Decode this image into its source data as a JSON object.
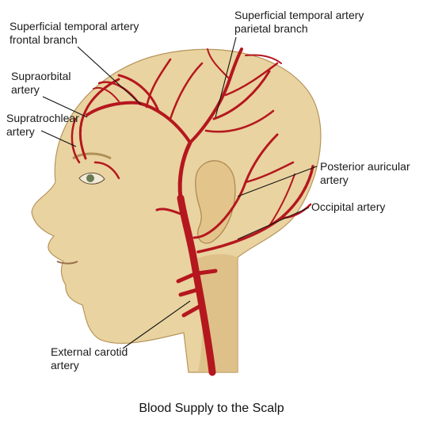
{
  "labels": {
    "stfb": [
      "Superficial temporal artery",
      "frontal branch"
    ],
    "stpb": [
      "Superficial temporal artery",
      "parietal branch"
    ],
    "supraorbital": [
      "Supraorbital",
      "artery"
    ],
    "supratrochlear": [
      "Supratrochlear",
      "artery"
    ],
    "posterior_auricular": [
      "Posterior auricular",
      "artery"
    ],
    "occipital": [
      "Occipital artery"
    ],
    "external_carotid": [
      "External carotid",
      "artery"
    ]
  },
  "caption": "Blood Supply to the Scalp",
  "colors": {
    "skin": "#e9d3a0",
    "skin_shadow": "#cfae74",
    "artery": "#b5171e",
    "artery_dark": "#7e0f14",
    "leader": "#111111"
  }
}
